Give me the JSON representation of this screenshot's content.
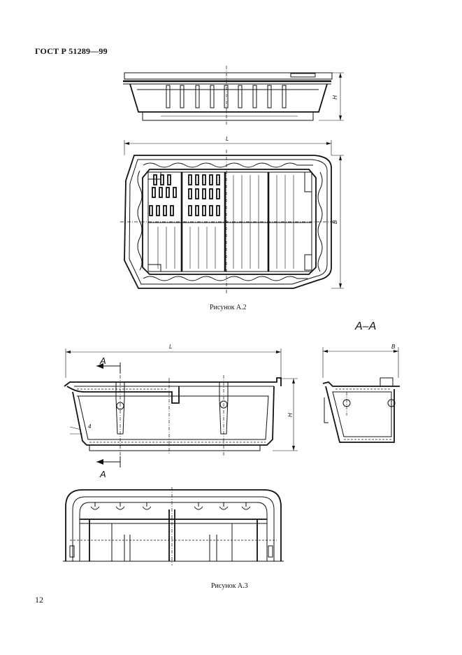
{
  "header": {
    "standard": "ГОСТ Р 51289—99"
  },
  "figure_a2": {
    "caption": "Рисунок А.2",
    "dim_L": "L",
    "dim_H": "H",
    "dim_B": "B"
  },
  "figure_a3": {
    "caption": "Рисунок А.3",
    "section_title": "А–А",
    "dim_L": "L",
    "dim_H": "H",
    "dim_B": "B",
    "dim_4": "4",
    "cut_label_top": "А",
    "cut_label_bottom": "А"
  },
  "page_number": "12"
}
